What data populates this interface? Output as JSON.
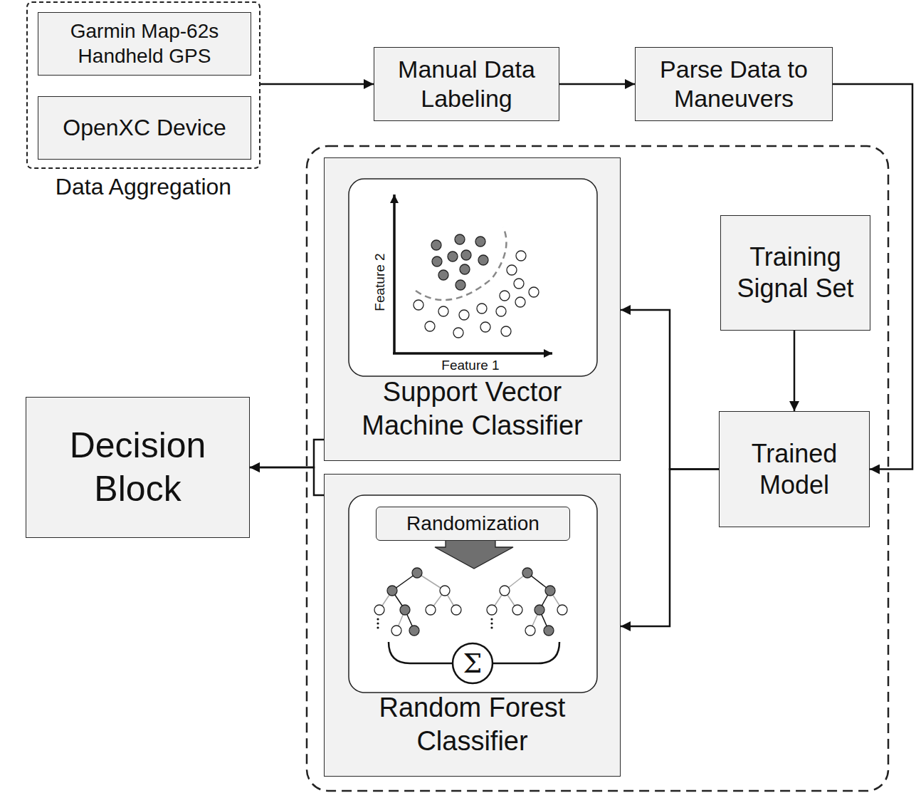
{
  "diagram": {
    "nodes": [
      {
        "text": [
          "Data Aggregation"
        ]
      },
      {
        "text": [
          "Garmin Map-62s Handheld GPS"
        ],
        "in": 0
      },
      {
        "text": [
          "OpenXC Device"
        ],
        "in": 0
      },
      {
        "text": [
          "Manual Data Labeling"
        ]
      },
      {
        "text": [
          "Parse Data to Maneuvers"
        ]
      },
      {
        "text": [
          "Support Vector Machine Classifier"
        ]
      },
      {
        "text": [
          "Random Forest Classifier"
        ]
      },
      {
        "text": [
          "Randomization"
        ],
        "in": 6
      },
      {
        "text": [
          "Training Signal Set"
        ]
      },
      {
        "text": [
          "Trained Model"
        ]
      },
      {
        "text": [
          "Decision Block"
        ]
      }
    ],
    "edges": [
      {
        "from": 0,
        "to": 3,
        "arrow": "to"
      },
      {
        "from": 3,
        "to": 4,
        "arrow": "to"
      },
      {
        "from": 4,
        "to": 9,
        "arrow": "to"
      },
      {
        "from": 8,
        "to": 9,
        "arrow": "to"
      },
      {
        "from": 9,
        "to": 5,
        "arrow": "to"
      },
      {
        "from": 9,
        "to": 6,
        "arrow": "to"
      },
      {
        "from": 5,
        "to": 10,
        "arrow": "to"
      },
      {
        "from": 6,
        "to": 10,
        "arrow": "to"
      }
    ],
    "labels": [
      "Feature 2",
      "Feature 1",
      "Σ"
    ]
  }
}
